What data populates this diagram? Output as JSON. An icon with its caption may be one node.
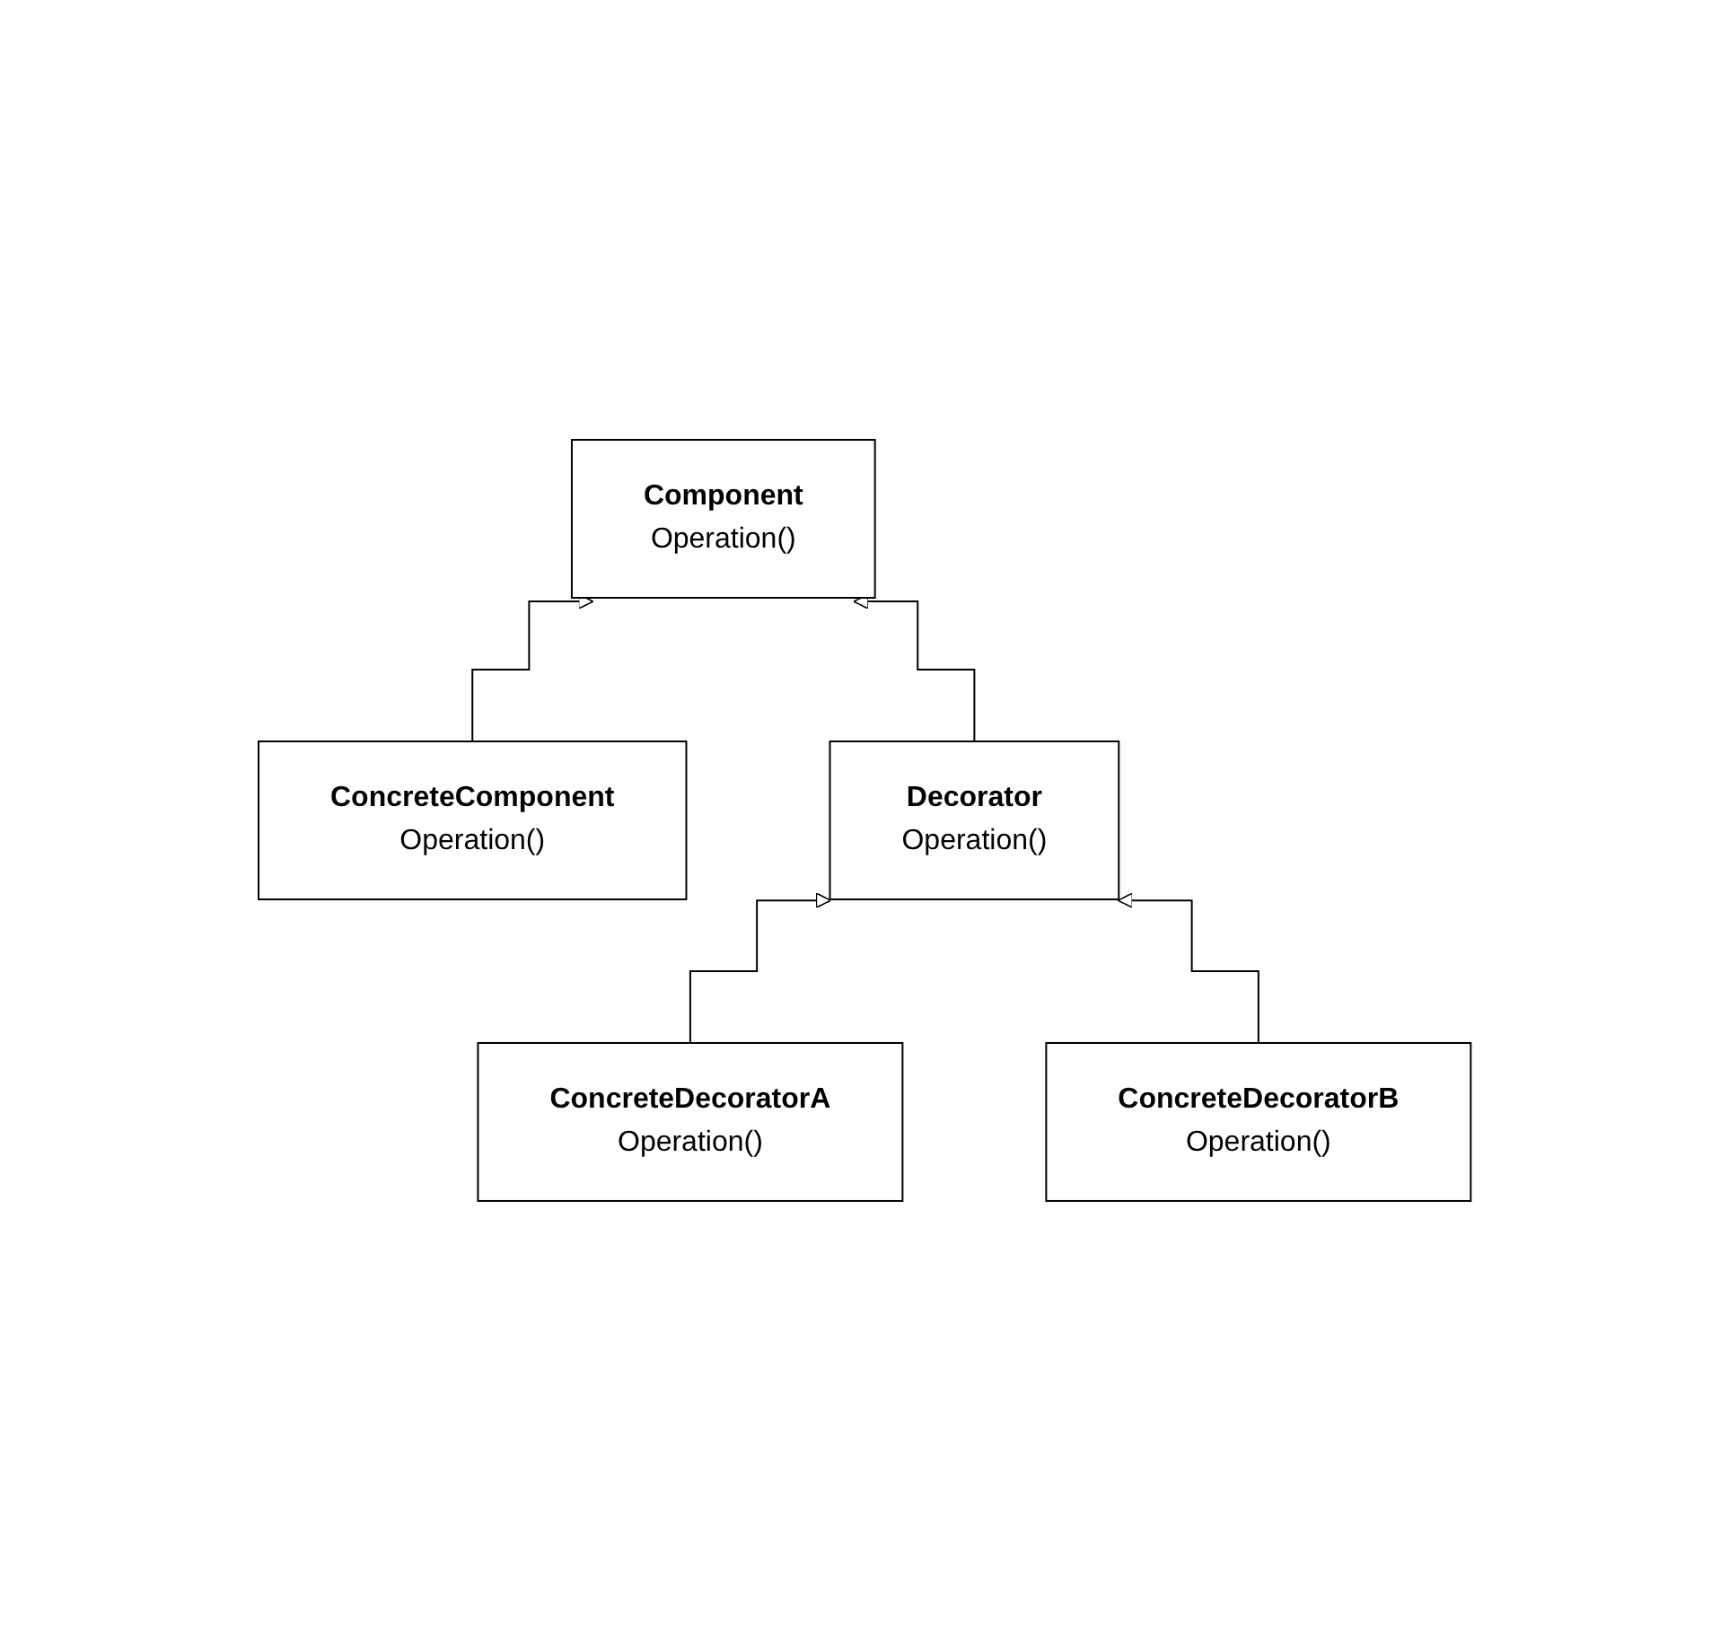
{
  "diagram": {
    "nodes": [
      {
        "text": [
          "Component",
          "Operation()"
        ]
      },
      {
        "text": [
          "ConcreteComponent",
          "Operation()"
        ]
      },
      {
        "text": [
          "Decorator",
          "Operation()"
        ]
      },
      {
        "text": [
          "ConcreteDecoratorA",
          "Operation()"
        ]
      },
      {
        "text": [
          "ConcreteDecoratorB",
          "Operation()"
        ]
      }
    ],
    "edges": [
      {
        "from": 1,
        "to": 0,
        "arrow": "to"
      },
      {
        "from": 2,
        "to": 0,
        "arrow": "to"
      },
      {
        "from": 3,
        "to": 2,
        "arrow": "to"
      },
      {
        "from": 4,
        "to": 2,
        "arrow": "to"
      }
    ]
  }
}
